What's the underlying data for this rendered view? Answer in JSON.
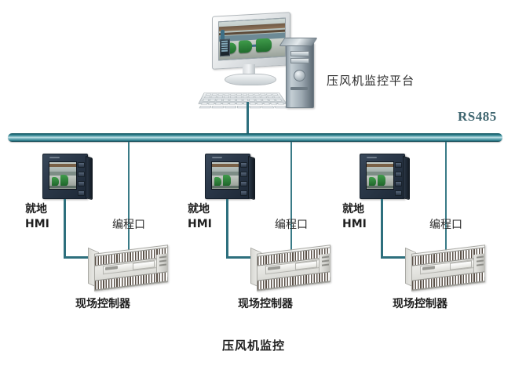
{
  "diagram": {
    "title": "压风机监控",
    "bus": {
      "protocol_label": "RS485"
    },
    "platform": {
      "label": "压风机监控平台",
      "device": "desktop-computer"
    },
    "stations": [
      {
        "hmi_label": "就地\nHMI",
        "hmi_label_line1": "就地",
        "hmi_label_line2": "HMI",
        "port_label": "编程口",
        "controller_label": "现场控制器"
      },
      {
        "hmi_label_line1": "就地",
        "hmi_label_line2": "HMI",
        "port_label": "编程口",
        "controller_label": "现场控制器"
      },
      {
        "hmi_label_line1": "就地",
        "hmi_label_line2": "HMI",
        "port_label": "编程口",
        "controller_label": "现场控制器"
      }
    ],
    "colors": {
      "bus_dark": "#17555f",
      "bus_light": "#bfe0e6",
      "line": "#2d6f7d",
      "rs485_text": "#3f6670",
      "background": "#ffffff",
      "hmi_bezel": "#2b3849",
      "screen_green": "#3f9b4a"
    }
  }
}
